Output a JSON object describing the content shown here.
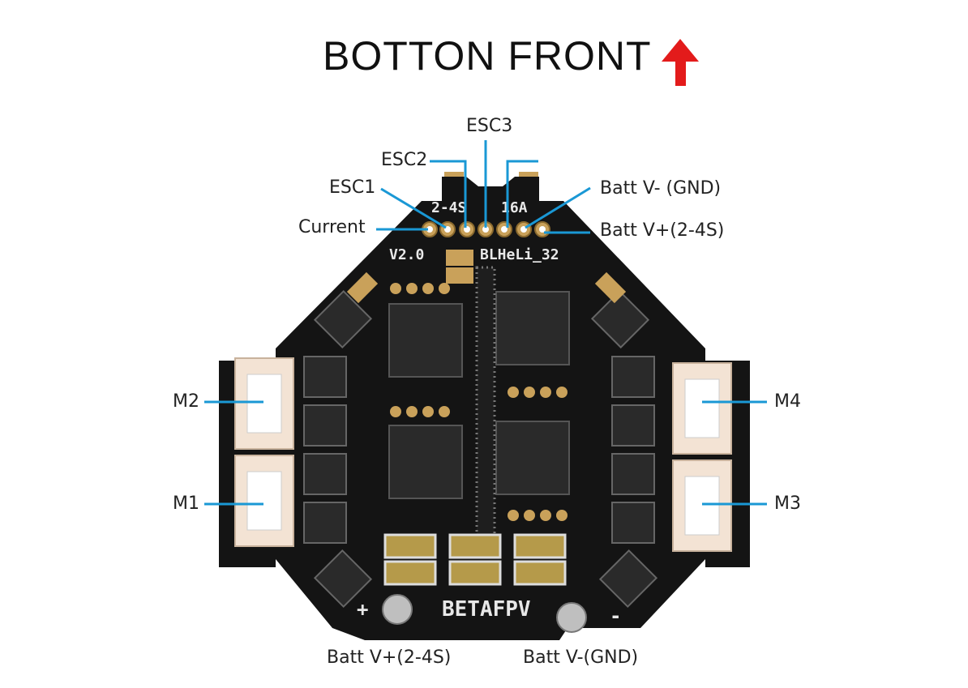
{
  "title": "BOTTON FRONT",
  "colors": {
    "arrow": "#e31b1b",
    "leader": "#1a98d5",
    "board": "#141414",
    "pad": "#c9a15a",
    "capacitor": "#b59a4a"
  },
  "silkscreen": {
    "voltage": "2-4S",
    "current": "16A",
    "version": "V2.0",
    "firmware": "BLHeLi_32",
    "brand": "BETAFPV",
    "plus": "+",
    "minus": "-"
  },
  "labels": {
    "current": "Current",
    "esc1": "ESC1",
    "esc2": "ESC2",
    "esc3": "ESC3",
    "batt_gnd_top": "Batt V- (GND)",
    "batt_pos_top": "Batt V+(2-4S)",
    "m1": "M1",
    "m2": "M2",
    "m3": "M3",
    "m4": "M4",
    "batt_pos_bottom": "Batt V+(2-4S)",
    "batt_gnd_bottom": "Batt V-(GND)"
  }
}
